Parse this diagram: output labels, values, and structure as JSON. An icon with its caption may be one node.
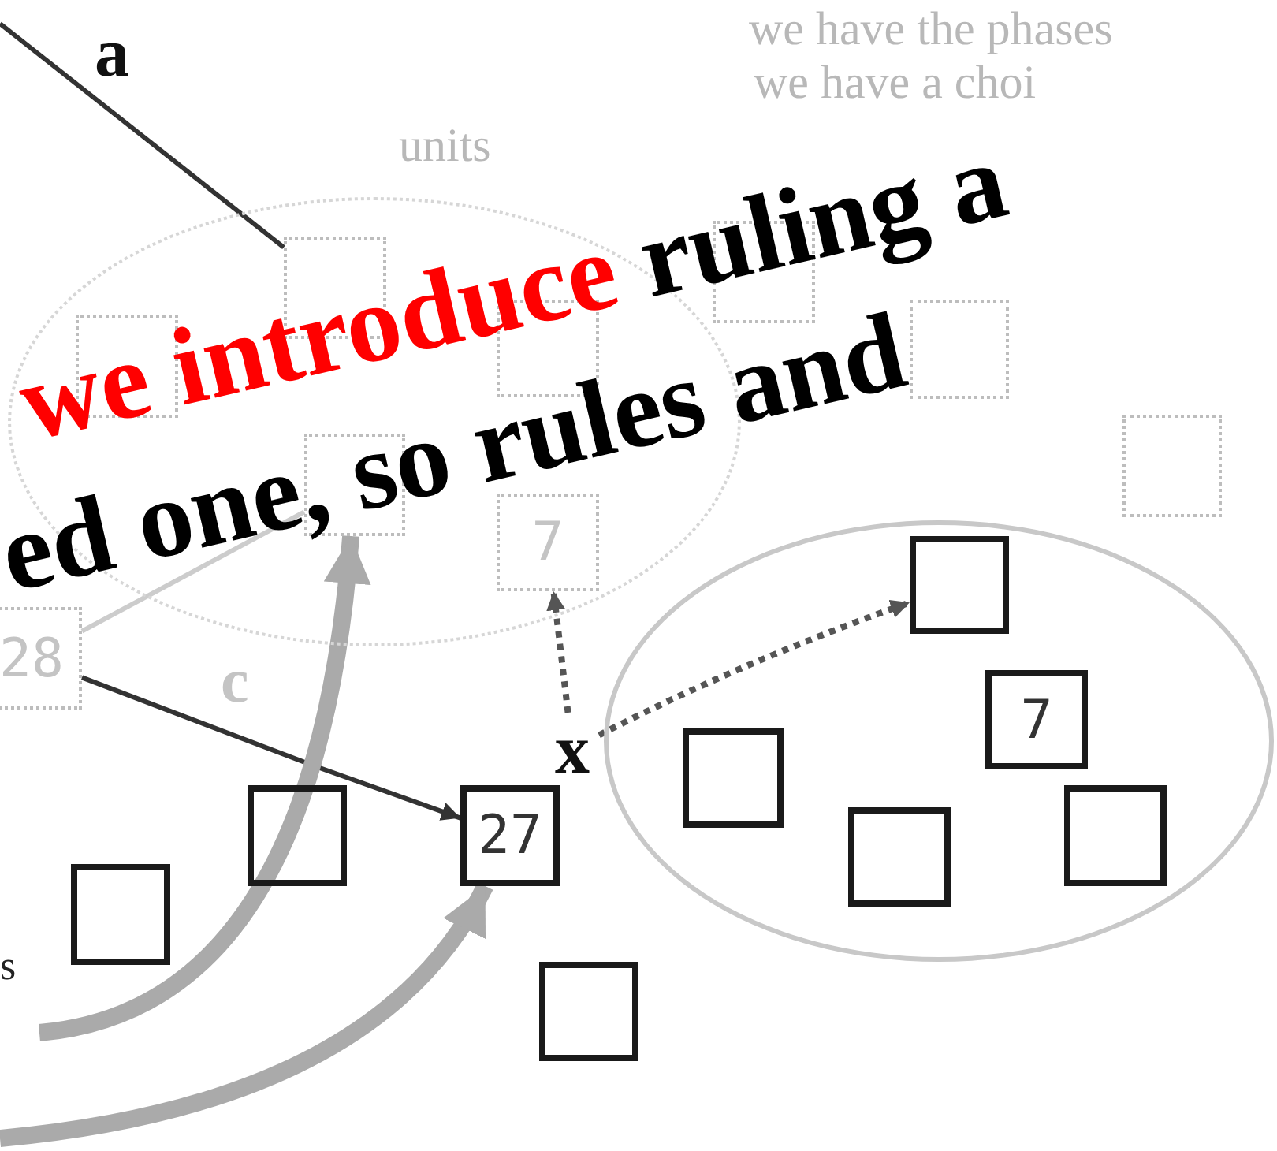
{
  "diagram": {
    "nodes": [
      {
        "text": [],
        "shape": "ellipse"
      },
      {
        "text": [],
        "shape": "box",
        "in": 0
      },
      {
        "text": [],
        "shape": "box"
      },
      {
        "text": [],
        "shape": "box",
        "in": 0
      },
      {
        "text": [],
        "shape": "box",
        "in": 0
      },
      {
        "text": [],
        "shape": "box"
      },
      {
        "text": [],
        "shape": "box"
      },
      {
        "text": [],
        "shape": "box",
        "in": 0
      },
      {
        "text": [
          "7"
        ],
        "in": 0
      },
      {
        "text": [
          "28"
        ]
      },
      {
        "text": [],
        "shape": "ellipse"
      },
      {
        "text": [],
        "shape": "box",
        "in": 10
      },
      {
        "text": [
          "x"
        ]
      },
      {
        "text": [
          "7"
        ],
        "in": 10
      },
      {
        "text": [],
        "shape": "box",
        "in": 10
      },
      {
        "text": [],
        "shape": "box"
      },
      {
        "text": [
          "27"
        ]
      },
      {
        "text": [],
        "shape": "box",
        "in": 10
      },
      {
        "text": [],
        "shape": "box",
        "in": 10
      },
      {
        "text": [],
        "shape": "box"
      },
      {
        "text": [],
        "shape": "box"
      }
    ],
    "edges": [
      {
        "from": null,
        "to": 1,
        "arrow": "none",
        "label": "a"
      },
      {
        "from": 9,
        "to": 16,
        "arrow": "to",
        "label": "c"
      },
      {
        "from": 9,
        "to": 7,
        "arrow": "none",
        "color": "#cccccc"
      },
      {
        "from": null,
        "to": 7,
        "arrow": "to",
        "style": "thick",
        "color": "#aaaaaa"
      },
      {
        "from": null,
        "to": 16,
        "arrow": "to",
        "style": "thick",
        "color": "#aaaaaa"
      },
      {
        "from": 12,
        "to": 8,
        "arrow": "to",
        "style": "dashed"
      },
      {
        "from": 12,
        "to": 11,
        "arrow": "to",
        "style": "dashed"
      }
    ],
    "labels": [
      "we have the phases",
      "units",
      "we have a choi",
      "we introduce",
      "ruling a",
      "ed one, so rules and",
      "s"
    ]
  }
}
